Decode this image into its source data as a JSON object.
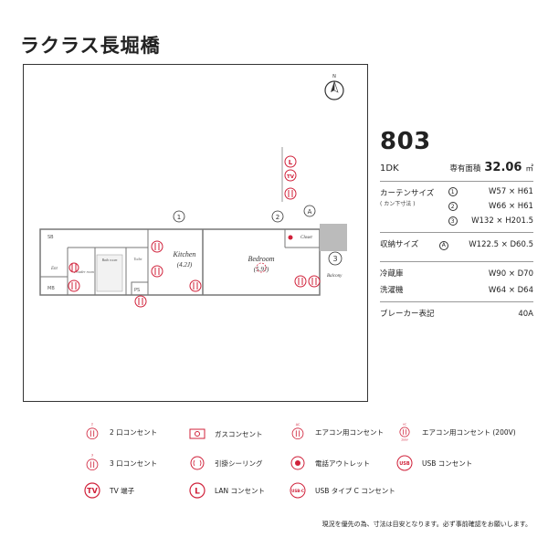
{
  "header": {
    "title": "ラクラス長堀橋"
  },
  "plan": {
    "labels": {
      "kitchen": "Kitchen",
      "kitchen_size": "(4.2J)",
      "bedroom": "Bedroom",
      "bedroom_size": "(5.9J)",
      "closet": "Closet",
      "balcony": "Balcony",
      "bath": "Bath room",
      "powder": "Powder room",
      "toilet": "Toilet",
      "entrance": "Ent",
      "sb": "SB",
      "mb": "MB",
      "ps": "PS",
      "mark1": "1",
      "mark2": "2",
      "mark3": "3",
      "markA": "A",
      "north": "N",
      "tv": "TV",
      "lan": "L"
    }
  },
  "info": {
    "room_number": "803",
    "layout": "1DK",
    "area_label": "専有面積",
    "area_value": "32.06",
    "area_unit": "㎡",
    "curtain_label": "カーテンサイズ",
    "curtain_note": "( カン下寸法 )",
    "curtain_marks": [
      "1",
      "2",
      "3"
    ],
    "curtain_values": [
      "W57 × H61",
      "W66 × H61",
      "W132 × H201.5"
    ],
    "storage_label": "収納サイズ",
    "storage_mark": "A",
    "storage_value": "W122.5 × D60.5",
    "fridge_label": "冷蔵庫",
    "fridge_value": "W90 × D70",
    "washer_label": "洗濯機",
    "washer_value": "W64 × D64",
    "breaker_label": "ブレーカー表記",
    "breaker_value": "40A"
  },
  "legend": {
    "items": [
      {
        "label": "2 口コンセント"
      },
      {
        "label": "ガスコンセント"
      },
      {
        "label": "エアコン用コンセント"
      },
      {
        "label": "エアコン用コンセント (200V)"
      },
      {
        "label": "3 口コンセント"
      },
      {
        "label": "引掛シーリング"
      },
      {
        "label": "電話アウトレット"
      },
      {
        "label": "USB コンセント"
      },
      {
        "label": "TV 端子"
      },
      {
        "label": "LAN コンセント"
      },
      {
        "label": "USB タイプ C コンセント"
      }
    ],
    "icon_texts": {
      "two": "2",
      "three": "3",
      "ac": "AC",
      "ac200": "200V",
      "usb": "USB",
      "tv": "TV",
      "lan": "L",
      "usbc": "USB-C"
    }
  },
  "footer": {
    "note": "現況を優先の為、寸法は目安となります。必ず事前確認をお願いします。"
  },
  "colors": {
    "accent": "#d0213a",
    "line": "#333333",
    "gray": "#aaaaaa"
  }
}
